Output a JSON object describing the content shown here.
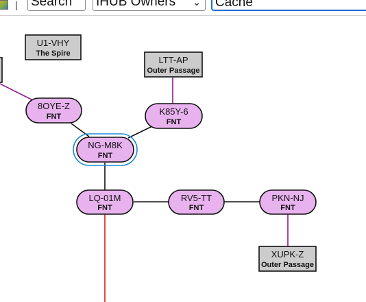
{
  "toolbar": {
    "search_label": "Search",
    "owner_select_value": "IHUB Owners",
    "cache_value": "Cache"
  },
  "colors": {
    "system_fill": "#e8b2ee",
    "station_fill": "#cccccc",
    "link_black": "#111111",
    "link_purple": "#8a1a8a",
    "link_red": "#e01b1b",
    "selection_ring": "#1f8ad6"
  },
  "diagram": {
    "systems": [
      {
        "id": "8oye-z",
        "name": "8OYE-Z",
        "sub": "FNT"
      },
      {
        "id": "k85y-6",
        "name": "K85Y-6",
        "sub": "FNT"
      },
      {
        "id": "ng-m8k",
        "name": "NG-M8K",
        "sub": "FNT",
        "selected": true
      },
      {
        "id": "lq-01m",
        "name": "LQ-01M",
        "sub": "FNT"
      },
      {
        "id": "rv5-tt",
        "name": "RV5-TT",
        "sub": "FNT"
      },
      {
        "id": "pkn-nj",
        "name": "PKN-NJ",
        "sub": "FNT"
      }
    ],
    "stations": [
      {
        "id": "u1-vhy",
        "name": "U1-VHY",
        "sub": "The Spire"
      },
      {
        "id": "ltt-ap",
        "name": "LTT-AP",
        "sub": "Outer Passage"
      },
      {
        "id": "xupk-z",
        "name": "XUPK-Z",
        "sub": "Outer Passage"
      }
    ]
  }
}
